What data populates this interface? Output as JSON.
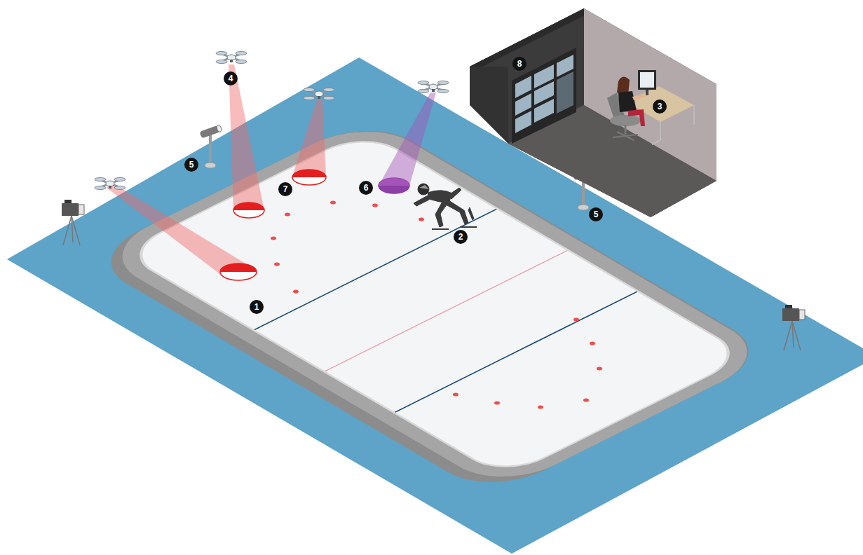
{
  "diagram": {
    "labels": [
      "4",
      "8",
      "3",
      "5",
      "7",
      "6",
      "5",
      "2",
      "1"
    ]
  }
}
